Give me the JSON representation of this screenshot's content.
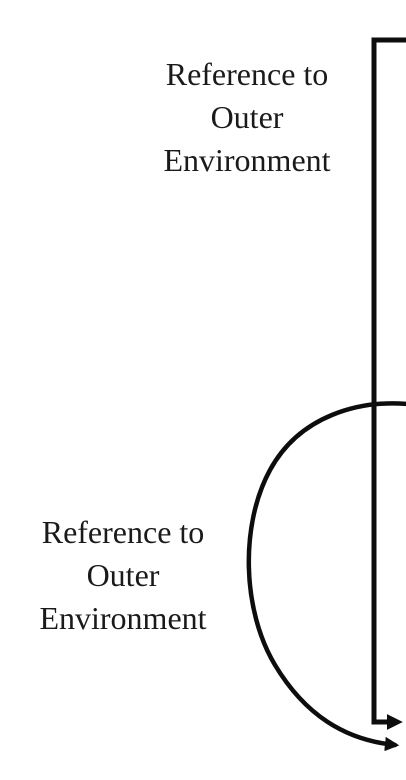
{
  "labels": {
    "top": {
      "line1": "Reference to",
      "line2": "Outer",
      "line3": "Environment"
    },
    "bottom": {
      "line1": "Reference to",
      "line2": "Outer",
      "line3": "Environment"
    }
  },
  "colors": {
    "stroke": "#0d0d0d",
    "text": "#1a1a1a",
    "background": "#ffffff"
  }
}
